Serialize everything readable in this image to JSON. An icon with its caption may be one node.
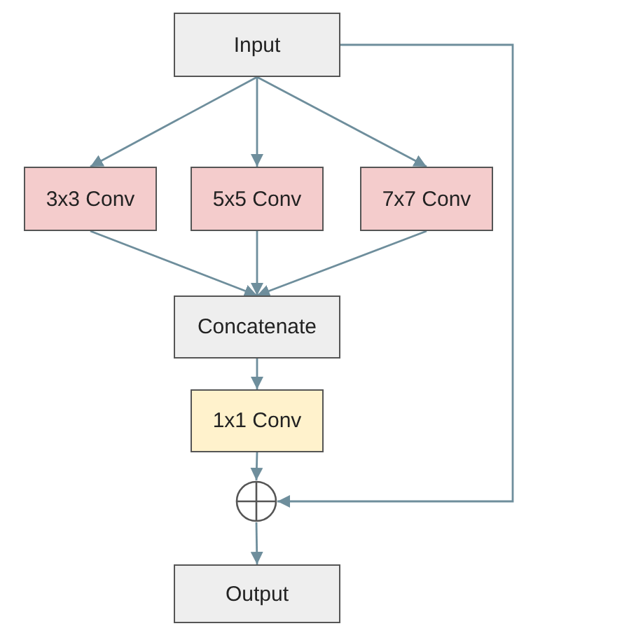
{
  "diagram": {
    "nodes": [
      {
        "text": [
          "Input"
        ]
      },
      {
        "text": [
          "3x3 Conv"
        ]
      },
      {
        "text": [
          "5x5 Conv"
        ]
      },
      {
        "text": [
          "7x7 Conv"
        ]
      },
      {
        "text": [
          "Concatenate"
        ]
      },
      {
        "text": [
          "1x1 Conv"
        ]
      },
      {
        "text": [],
        "shape": "circle"
      },
      {
        "text": [
          "Output"
        ]
      }
    ],
    "edges": [
      {
        "from": 0,
        "to": 1,
        "arrow": "to"
      },
      {
        "from": 0,
        "to": 2,
        "arrow": "to"
      },
      {
        "from": 0,
        "to": 3,
        "arrow": "to"
      },
      {
        "from": 1,
        "to": 4,
        "arrow": "to"
      },
      {
        "from": 2,
        "to": 4,
        "arrow": "to"
      },
      {
        "from": 3,
        "to": 4,
        "arrow": "to"
      },
      {
        "from": 4,
        "to": 5,
        "arrow": "to"
      },
      {
        "from": 5,
        "to": 6,
        "arrow": "to"
      },
      {
        "from": 0,
        "to": 6,
        "arrow": "to"
      },
      {
        "from": 6,
        "to": 7,
        "arrow": "to"
      }
    ]
  }
}
